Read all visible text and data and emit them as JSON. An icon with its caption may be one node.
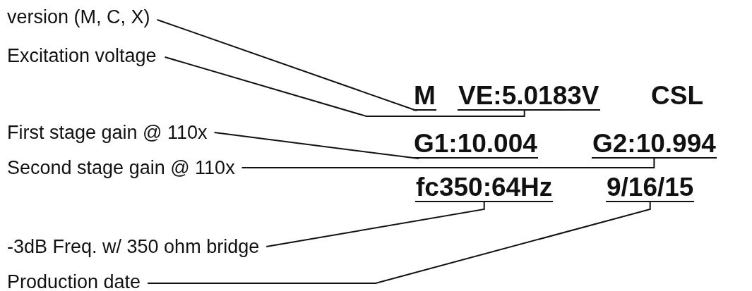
{
  "diagram": {
    "nodes": [
      {
        "text": [
          "version (M, C, X)"
        ]
      },
      {
        "text": [
          "Excitation voltage"
        ]
      },
      {
        "text": [
          "First stage gain @ 110x"
        ]
      },
      {
        "text": [
          "Second stage gain @ 110x"
        ]
      },
      {
        "text": [
          "-3dB Freq. w/ 350 ohm bridge"
        ]
      },
      {
        "text": [
          "Production date"
        ]
      },
      {
        "text": [
          "M"
        ]
      },
      {
        "text": [
          "VE:5.0183V"
        ]
      },
      {
        "text": [
          "G1:10.004"
        ]
      },
      {
        "text": [
          "G2:10.994"
        ]
      },
      {
        "text": [
          "fc350:64Hz"
        ]
      },
      {
        "text": [
          "9/16/15"
        ]
      }
    ],
    "edges": [
      {
        "from": 0,
        "to": 6,
        "arrow": "none"
      },
      {
        "from": 1,
        "to": 7,
        "arrow": "none"
      },
      {
        "from": 2,
        "to": 8,
        "arrow": "none"
      },
      {
        "from": 3,
        "to": 9,
        "arrow": "none"
      },
      {
        "from": 4,
        "to": 10,
        "arrow": "none"
      },
      {
        "from": 5,
        "to": 11,
        "arrow": "none"
      }
    ],
    "labels": [
      "CSL"
    ]
  }
}
